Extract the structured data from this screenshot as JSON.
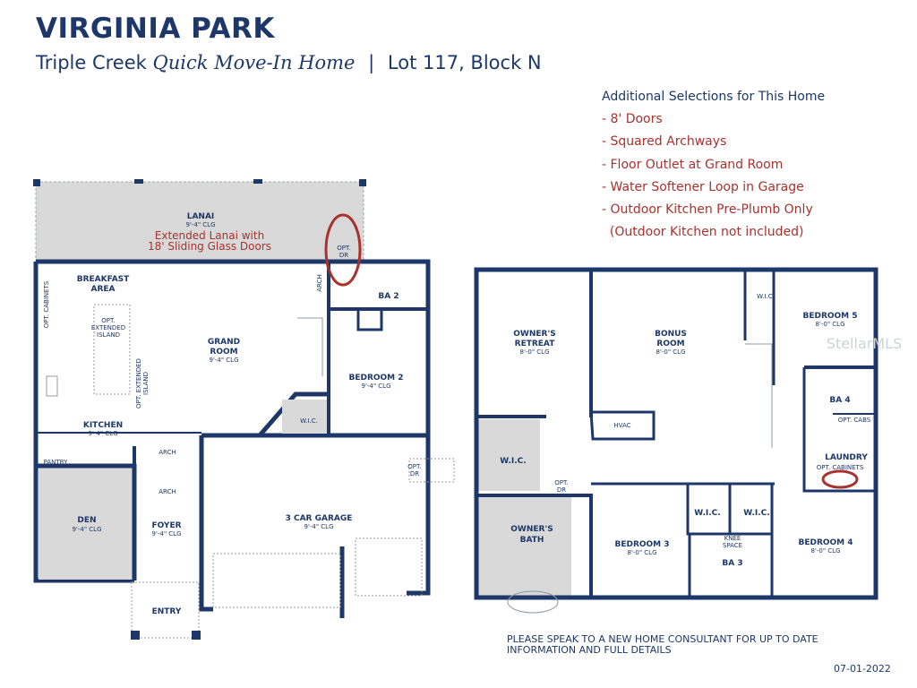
{
  "header": {
    "title": "VIRGINIA PARK",
    "community": "Triple Creek",
    "home_type": "Quick Move-In Home",
    "separator": "|",
    "lot": "Lot 117, Block N"
  },
  "selections": {
    "heading": "Additional Selections for This Home",
    "items": [
      "- 8' Doors",
      "- Squared Archways",
      "- Floor Outlet at Grand Room",
      "- Water Softener Loop in Garage",
      "- Outdoor Kitchen Pre-Plumb Only",
      "  (Outdoor Kitchen not included)"
    ]
  },
  "first_floor": {
    "lanai": {
      "name": "LANAI",
      "clg": "9'-4\" CLG"
    },
    "lanai_note": [
      "Extended Lanai with",
      "18' Sliding Glass Doors"
    ],
    "opt_dr_lanai": [
      "OPT.",
      "DR"
    ],
    "breakfast": [
      "BREAKFAST",
      "AREA"
    ],
    "opt_cabinets": "OPT. CABINETS",
    "opt_island": [
      "OPT.",
      "EXTENDED",
      "ISLAND"
    ],
    "opt_island_vertical": [
      "OPT. EXTENDED",
      "ISLAND"
    ],
    "grand_room": {
      "name": [
        "GRAND",
        "ROOM"
      ],
      "clg": "9'-4\" CLG"
    },
    "arch_vertical": "ARCH",
    "ba2": "BA 2",
    "bedroom2": {
      "name": "BEDROOM 2",
      "clg": "9'-4\" CLG"
    },
    "wic": "W.I.C.",
    "kitchen": {
      "name": "KITCHEN",
      "clg": "9'-4\" CLG"
    },
    "pantry": "PANTRY",
    "arch1": "ARCH",
    "arch2": "ARCH",
    "den": {
      "name": "DEN",
      "clg": "9'-4\" CLG"
    },
    "foyer": {
      "name": "FOYER",
      "clg": "9'-4\" CLG"
    },
    "entry": "ENTRY",
    "garage": {
      "name": "3 CAR GARAGE",
      "clg": "9'-4\" CLG"
    },
    "opt_dr_garage": [
      "OPT.",
      "DR"
    ]
  },
  "second_floor": {
    "owners_retreat": {
      "name": [
        "OWNER'S",
        "RETREAT"
      ],
      "clg": "8'-0\" CLG"
    },
    "bonus": {
      "name": [
        "BONUS",
        "ROOM"
      ],
      "clg": "8'-0\" CLG"
    },
    "wic_top": "W.I.C.",
    "bedroom5": {
      "name": "BEDROOM 5",
      "clg": "8'-0\" CLG"
    },
    "ba4": "BA 4",
    "opt_cabs": "OPT. CABS",
    "laundry": "LAUNDRY",
    "opt_cabinets": "OPT. CABINETS",
    "hvac": "HVAC",
    "wic_owner": "W.I.C.",
    "opt_dr": [
      "OPT.",
      "DR"
    ],
    "owners_bath": [
      "OWNER'S",
      "BATH"
    ],
    "bedroom3": {
      "name": "BEDROOM 3",
      "clg": "8'-0\" CLG"
    },
    "wic_a": "W.I.C.",
    "wic_b": "W.I.C.",
    "knee_space": [
      "KNEE",
      "SPACE"
    ],
    "ba3": "BA 3",
    "bedroom4": {
      "name": "BEDROOM 4",
      "clg": "8'-0\" CLG"
    }
  },
  "watermark": "StellarMLS",
  "disclaimer": [
    "PLEASE SPEAK TO A NEW HOME CONSULTANT FOR UP TO DATE",
    "INFORMATION AND FULL DETAILS"
  ],
  "date": "07-01-2022",
  "colors": {
    "navy": "#1d3768",
    "red": "#a8322e",
    "gray_room": "#d9d9d9"
  }
}
